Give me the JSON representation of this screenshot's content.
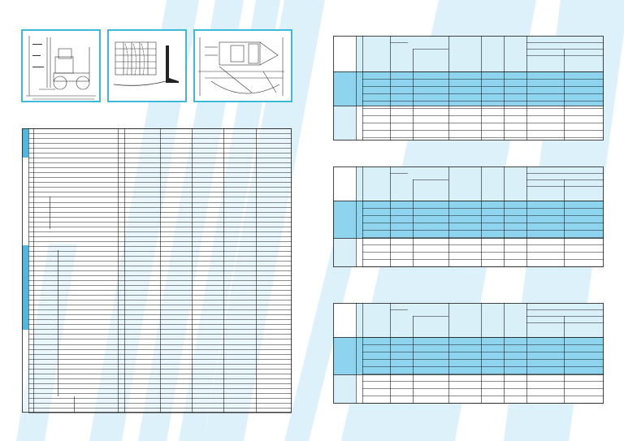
{
  "colors": {
    "stripe_light": "#ddf1fa",
    "stripe_mid": "#c7e9f7",
    "section_fill": "#8fd4ef",
    "header_fill": "#d9f0f9",
    "left_band": "#4fb7e2",
    "frame_border": "#3fb8dd",
    "rule_line": "#1a1a1a"
  },
  "figures": [
    {
      "name": "truck-side-view",
      "caption": ""
    },
    {
      "name": "load-chart",
      "caption": ""
    },
    {
      "name": "truck-top-view",
      "caption": ""
    }
  ],
  "spec_table": {
    "note": ""
  },
  "capacity_tables": [
    {
      "title": ""
    },
    {
      "title": ""
    },
    {
      "title": ""
    }
  ]
}
